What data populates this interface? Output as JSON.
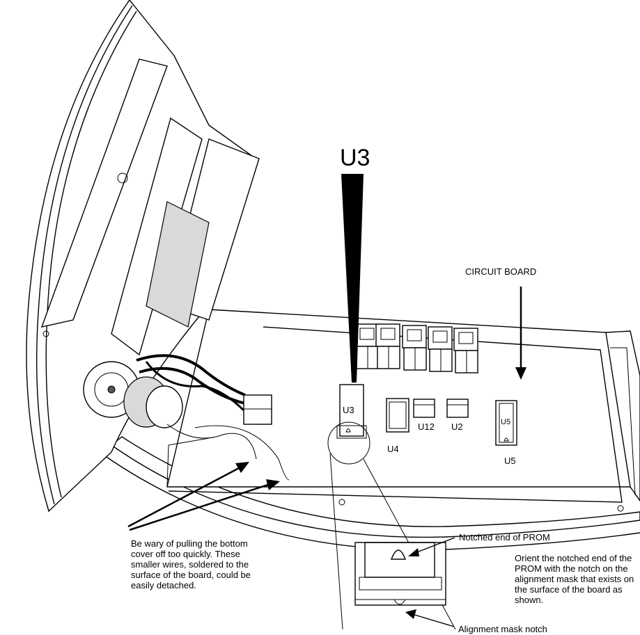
{
  "callouts": {
    "u3_top": "U3",
    "circuit_board": "CIRCUIT BOARD",
    "notched_end": "Notched end of PROM",
    "alignment_notch": "Alignment mask notch"
  },
  "chips": {
    "u3": "U3",
    "u4": "U4",
    "u12": "U12",
    "u2": "U2",
    "u5_body": "U5",
    "u5": "U5"
  },
  "notes": {
    "wires": "Be wary of pulling the bottom cover off too quickly. These smaller wires, soldered to the surface of the board, could be easily detached.",
    "orient": "Orient the notched end of the PROM with the notch on the alignment mask that exists on the surface of the board as shown."
  }
}
